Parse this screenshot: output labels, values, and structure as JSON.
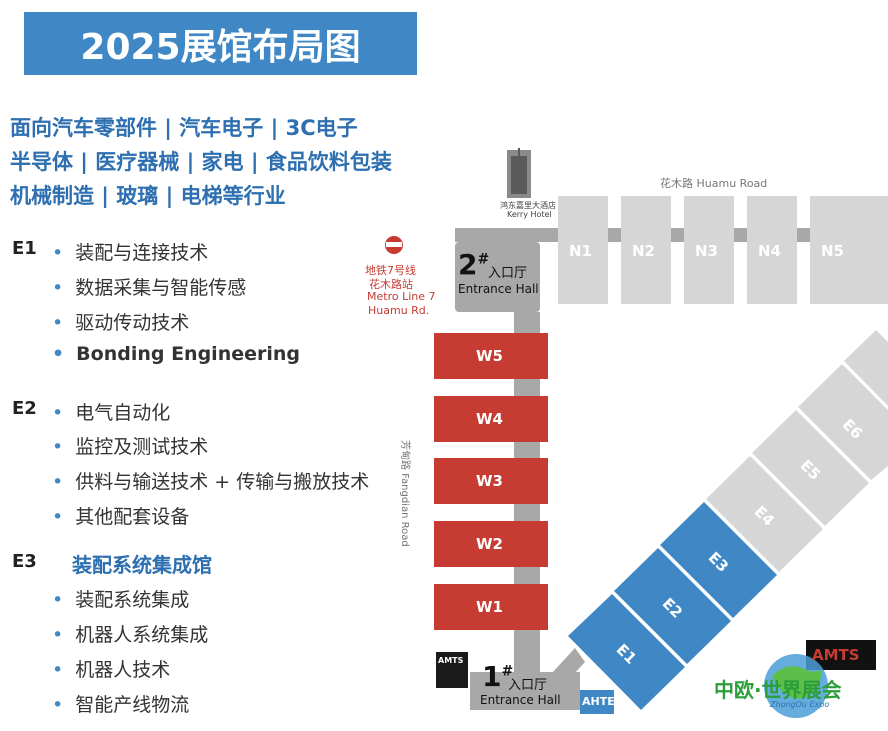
{
  "title": "2025展馆布局图",
  "industries": [
    "面向汽车零部件 | 汽车电子 | 3C电子",
    "半导体 | 医疗器械 | 家电 | 食品饮料包装",
    "机械制造 | 玻璃 | 电梯等行业"
  ],
  "sections": [
    {
      "id": "E1",
      "items": [
        "装配与连接技术",
        "数据采集与智能传感",
        "驱动传动技术",
        "Bonding Engineering"
      ]
    },
    {
      "id": "E2",
      "items": [
        "电气自动化",
        "监控及测试技术",
        "供料与输送技术 + 传输与搬放技术",
        "其他配套设备"
      ]
    },
    {
      "id": "E3",
      "title": "装配系统集成馆",
      "items": [
        "装配系统集成",
        "机器人系统集成",
        "机器人技术",
        "智能产线物流"
      ]
    }
  ],
  "map": {
    "hotel": {
      "name_cn": "鸿东嘉里大酒店",
      "name_en": "Kerry Hotel"
    },
    "road_top": "花木路 Huamu Road",
    "road_left": "芳甸路 Fangdian Road",
    "metro": {
      "l1": "地铁7号线",
      "l2": "花木路站",
      "l3": "Metro Line 7",
      "l4": "Huamu Rd."
    },
    "entrance2": {
      "num": "2",
      "sym": "#",
      "cn": "入口厅",
      "en": "Entrance Hall"
    },
    "entrance1": {
      "num": "1",
      "sym": "#",
      "cn": "入口厅",
      "en": "Entrance Hall"
    },
    "north_halls": [
      "N1",
      "N2",
      "N3",
      "N4",
      "N5"
    ],
    "west_halls": [
      "W5",
      "W4",
      "W3",
      "W2",
      "W1"
    ],
    "east_highlight": [
      "E1",
      "E2",
      "E3"
    ],
    "east_gray": [
      "E4",
      "E5",
      "E6"
    ],
    "logos": {
      "amts_small": "AMTS",
      "amts": "AMTS",
      "ahte": "AHTE",
      "zhongou": "中欧·世界展会",
      "zhongou_en": "ZhongOu Expo"
    }
  },
  "colors": {
    "accent": "#3f88c5",
    "hall_red": "#c63b32",
    "hall_blue": "#3f88c5",
    "hall_gray": "#d6d6d6",
    "road_gray": "#a8a8a8"
  }
}
